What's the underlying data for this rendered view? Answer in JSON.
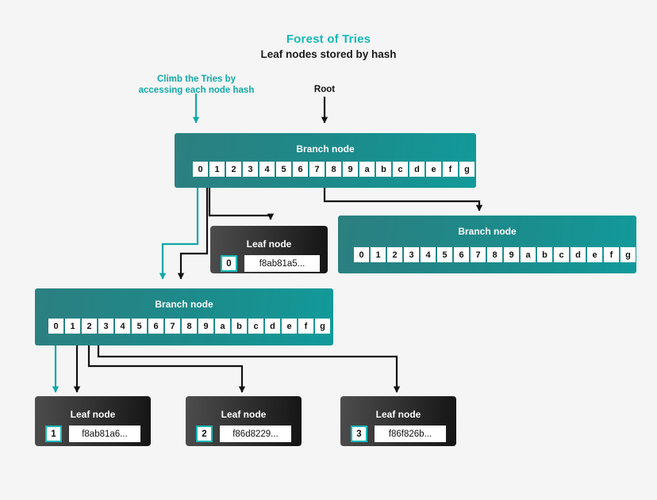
{
  "page": {
    "background": "#f5f5f5",
    "accent_teal": "#17b8b8",
    "branch_teal": "#1c8b8b",
    "leaf_dark": "#343434"
  },
  "header": {
    "title": "Forest of Tries",
    "subtitle": "Leaf nodes stored by hash"
  },
  "annotations": {
    "climb": "Climb the Tries by\naccessing each node hash",
    "climb_line1": "Climb the Tries by",
    "climb_line2": "accessing each node hash",
    "root": "Root"
  },
  "labels": {
    "branch_node": "Branch node",
    "leaf_node": "Leaf node"
  },
  "nibbles": [
    "0",
    "1",
    "2",
    "3",
    "4",
    "5",
    "6",
    "7",
    "8",
    "9",
    "a",
    "b",
    "c",
    "d",
    "e",
    "f",
    "g"
  ],
  "branch_nodes": [
    {
      "id": "root-branch",
      "title": "Branch node",
      "cells": [
        "0",
        "1",
        "2",
        "3",
        "4",
        "5",
        "6",
        "7",
        "8",
        "9",
        "a",
        "b",
        "c",
        "d",
        "e",
        "f",
        "g"
      ]
    },
    {
      "id": "right-branch",
      "title": "Branch node",
      "cells": [
        "0",
        "1",
        "2",
        "3",
        "4",
        "5",
        "6",
        "7",
        "8",
        "9",
        "a",
        "b",
        "c",
        "d",
        "e",
        "f",
        "g"
      ]
    },
    {
      "id": "lower-branch",
      "title": "Branch node",
      "cells": [
        "0",
        "1",
        "2",
        "3",
        "4",
        "5",
        "6",
        "7",
        "8",
        "9",
        "a",
        "b",
        "c",
        "d",
        "e",
        "f",
        "g"
      ]
    }
  ],
  "leaf_nodes": [
    {
      "id": "leaf-0",
      "title": "Leaf node",
      "index": "0",
      "hash": "f8ab81a5..."
    },
    {
      "id": "leaf-1",
      "title": "Leaf node",
      "index": "1",
      "hash": "f8ab81a6..."
    },
    {
      "id": "leaf-2",
      "title": "Leaf node",
      "index": "2",
      "hash": "f86d8229..."
    },
    {
      "id": "leaf-3",
      "title": "Leaf node",
      "index": "3",
      "hash": "f86f826b..."
    }
  ]
}
